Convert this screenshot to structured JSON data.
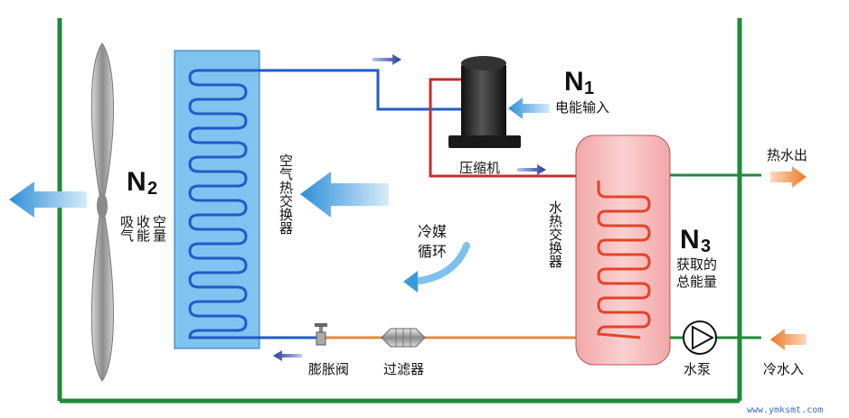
{
  "labels": {
    "n1": "N",
    "n1_sub": "1",
    "n1_desc": "电能输入",
    "n2": "N",
    "n2_sub": "2",
    "n2_col1": "吸气",
    "n2_col2": "收能",
    "n2_col3": "空量",
    "n3": "N",
    "n3_sub": "3",
    "n3_desc1": "获取的",
    "n3_desc2": "总能量",
    "compressor": "压缩机",
    "air_exchanger": "空气热交换器",
    "water_exchanger": "水热交换器",
    "refrigerant_l1": "冷媒",
    "refrigerant_l2": "循环",
    "expansion_valve": "膨胀阀",
    "filter": "过滤器",
    "pump": "水泵",
    "hot_out": "热水出",
    "cold_in": "冷水入",
    "watermark": "www.ymksmt.com"
  },
  "colors": {
    "frame": "#1f8a3a",
    "water_pipe": "#1f8a3a",
    "air_coil_bg": "#7fc4f0",
    "air_coil_line": "#1f5cc8",
    "water_tank_bg": "#f6b9b9",
    "water_coil": "#e2442a",
    "hot_pipe": "#c0302a",
    "liquid_pipe": "#e58a3a",
    "cold_pipe": "#1f5cc8",
    "flow_arrow_blue": "#3a9ad9",
    "flow_arrow_orange": "#ef7f2a",
    "compressor": "#222222"
  },
  "icons": [
    "fan-icon",
    "compressor-icon",
    "expansion-valve-icon",
    "filter-icon",
    "pump-icon",
    "arrow-icon"
  ]
}
